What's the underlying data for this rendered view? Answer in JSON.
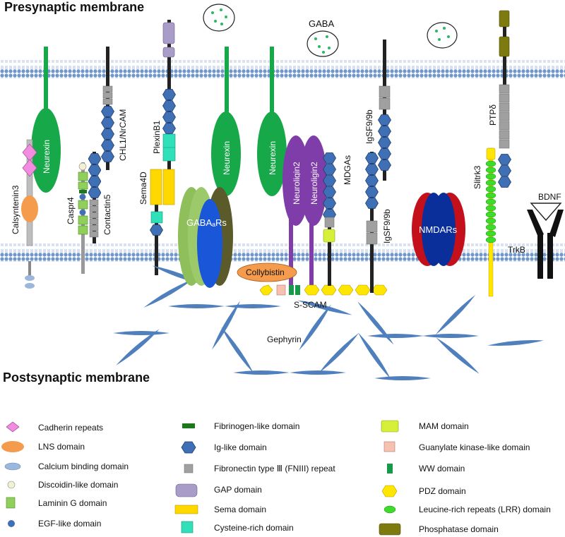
{
  "titles": {
    "presynaptic": "Presynaptic membrane",
    "postsynaptic": "Postsynaptic membrane"
  },
  "labels": {
    "gaba": "GABA",
    "neurexin_1": "Neurexin",
    "neurexin_2": "Neurexin",
    "neurexin_3": "Neurexin",
    "chl1": "CHL1/NrCAM",
    "plexinb1": "PlexinB1",
    "calsyntenin3": "Calsyntenin3",
    "caspr4": "Caspr4",
    "contactin5": "Contactin5",
    "sema4d": "Sema4D",
    "gabaars": "GABAₐRs",
    "neuroligin2_a": "Neuroligin2",
    "neuroligin2_b": "Neuroligin2",
    "mdgas": "MDGAs",
    "igsf9b_pre": "IgSF9/9b",
    "igsf9b_post": "IgSF9/9b",
    "nmdars": "NMDARs",
    "slitrk3": "Slitrk3",
    "ptpd": "PTPδ",
    "bdnf": "BDNF",
    "trkb": "TrkB",
    "collybistin": "Collybistin",
    "sscam": "S-SCAM",
    "gephyrin": "Gephyrin"
  },
  "legend": [
    {
      "icon": "cadherin-repeat-icon",
      "label": "Cadherin repeats",
      "color": "#f28ce0"
    },
    {
      "icon": "lns-domain-icon",
      "label": "LNS domain",
      "color": "#f59b4d"
    },
    {
      "icon": "calcium-binding-icon",
      "label": "Calcium binding domain",
      "color": "#9bb7dc"
    },
    {
      "icon": "discoidin-icon",
      "label": "Discoidin-like domain",
      "color": "#f4f0d4"
    },
    {
      "icon": "laminin-g-icon",
      "label": "Laminin G domain",
      "color": "#8fcf5a"
    },
    {
      "icon": "egf-like-icon",
      "label": "EGF-like domain",
      "color": "#3f6fb5"
    },
    {
      "icon": "fibrinogen-icon",
      "label": "Fibrinogen-like domain",
      "color": "#1a7a1a"
    },
    {
      "icon": "ig-like-icon",
      "label": "Ig-like domain",
      "color": "#3f6fb5"
    },
    {
      "icon": "fniii-icon",
      "label": "Fibronectin type Ⅲ (FNIII)  repeat",
      "color": "#a0a0a0"
    },
    {
      "icon": "gap-domain-icon",
      "label": "GAP domain",
      "color": "#a99cc8"
    },
    {
      "icon": "sema-domain-icon",
      "label": "Sema domain",
      "color": "#ffd800"
    },
    {
      "icon": "cysteine-rich-icon",
      "label": "Cysteine-rich domain",
      "color": "#2fe0b8"
    },
    {
      "icon": "mam-domain-icon",
      "label": "MAM domain",
      "color": "#d6f03a"
    },
    {
      "icon": "guanylate-kinase-icon",
      "label": "Guanylate kinase-like domain",
      "color": "#f6c1b0"
    },
    {
      "icon": "ww-domain-icon",
      "label": "WW domain",
      "color": "#159a4a"
    },
    {
      "icon": "pdz-domain-icon",
      "label": "PDZ domain",
      "color": "#ffe600"
    },
    {
      "icon": "lrr-domain-icon",
      "label": "Leucine-rich repeats (LRR) domain",
      "color": "#3ddc2a"
    },
    {
      "icon": "phosphatase-domain-icon",
      "label": "Phosphatase domain",
      "color": "#7d7a10"
    }
  ],
  "colors": {
    "membrane": "#6f97cc",
    "neurexin": "#17a84a",
    "neuroligin": "#7e3da8",
    "gabaa_light": "#8fbf5a",
    "gabaa_dark": "#5a5a2a",
    "gabaa_blue": "#1a56d8",
    "nmda_red": "#c4101a",
    "nmda_blue": "#0a2f9a",
    "gephyrin": "#4f7fbd"
  }
}
